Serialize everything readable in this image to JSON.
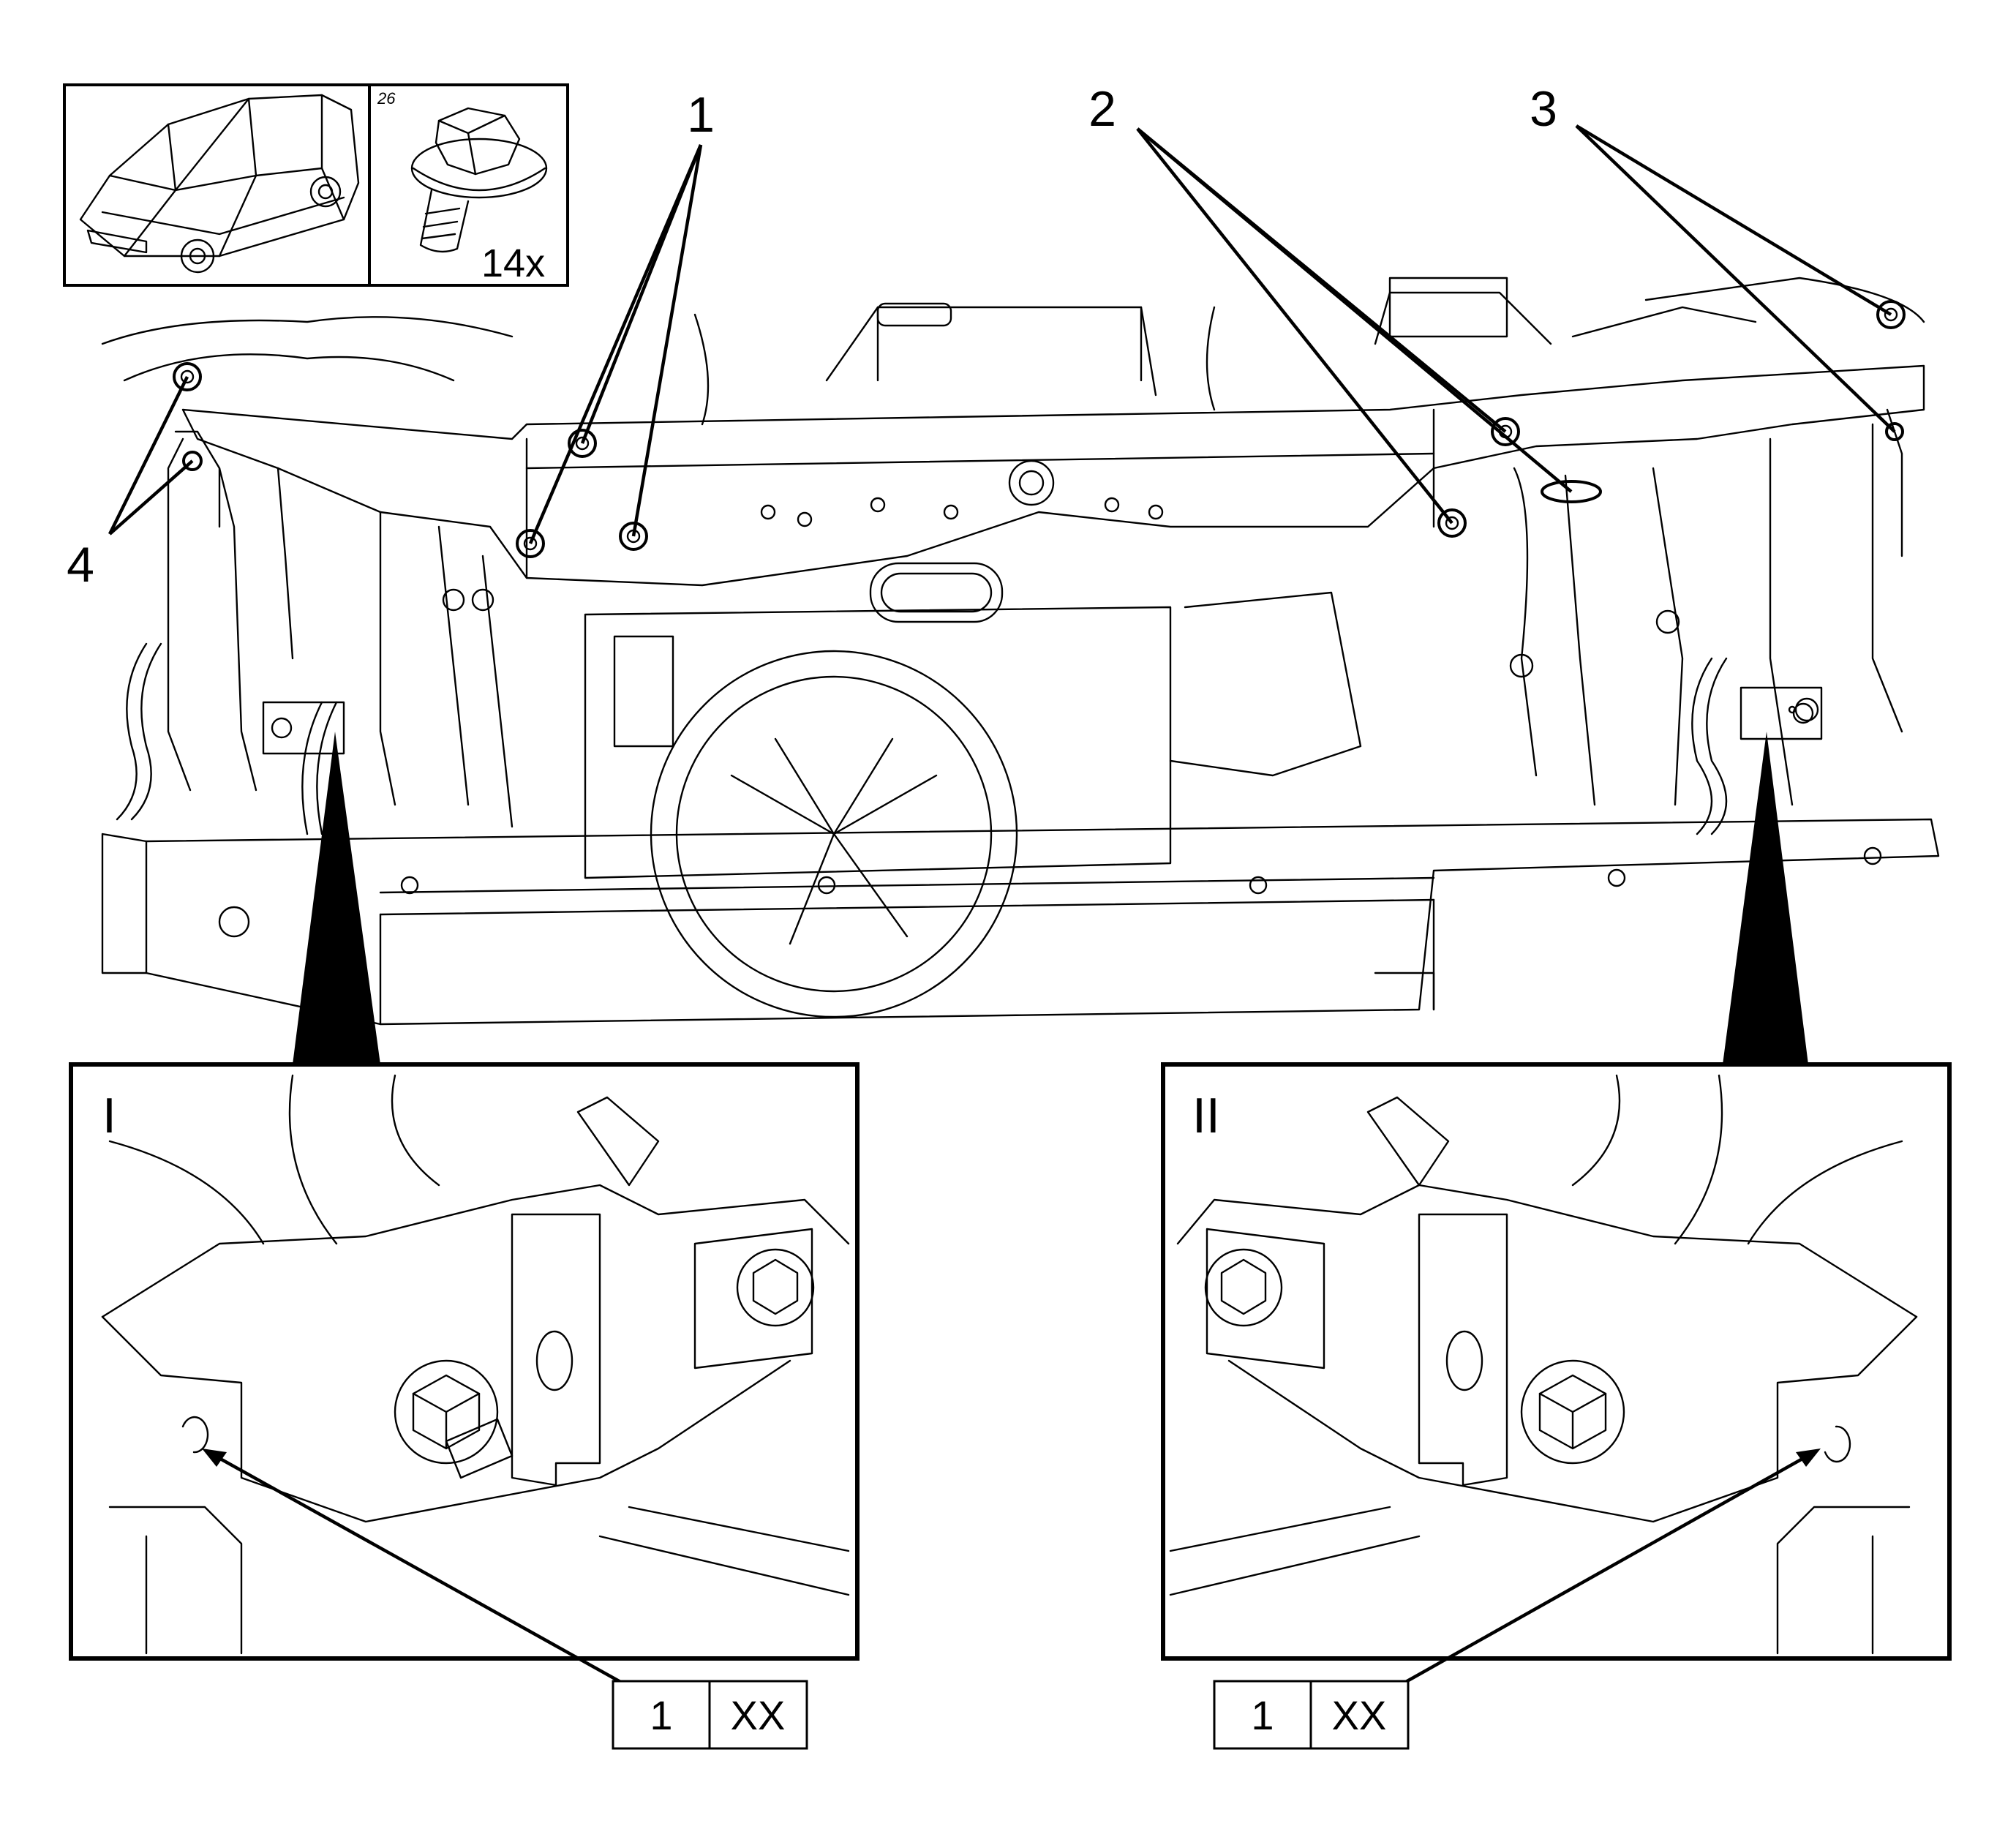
{
  "thumbnail": {
    "part_number": "26",
    "quantity": "14x",
    "vehicle_icon": "vehicle-body-icon",
    "bolt_icon": "flange-bolt-icon"
  },
  "callouts": [
    "1",
    "2",
    "3",
    "4"
  ],
  "details": [
    {
      "roman": "I",
      "table": [
        "1",
        "XX"
      ]
    },
    {
      "roman": "II",
      "table": [
        "1",
        "XX"
      ]
    }
  ]
}
